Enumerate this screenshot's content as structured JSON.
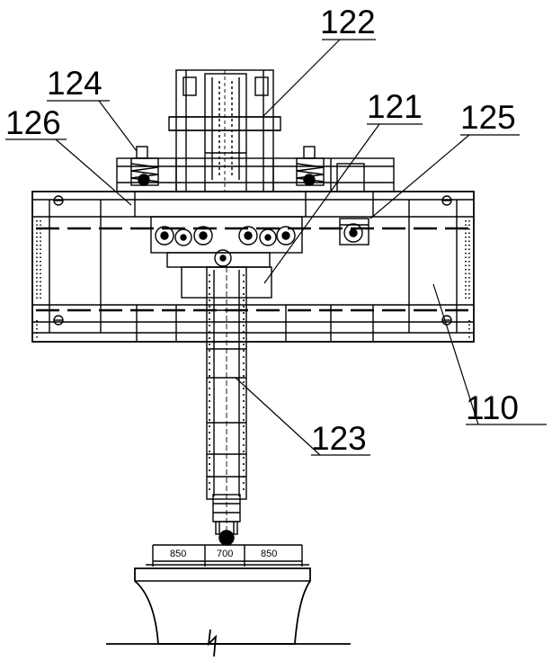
{
  "labels": {
    "l122": "122",
    "l124": "124",
    "l126": "126",
    "l121": "121",
    "l125": "125",
    "l110": "110",
    "l123": "123"
  },
  "dimensions": {
    "left": "850",
    "center": "700",
    "right": "850"
  },
  "colors": {
    "line": "#000000",
    "background": "#ffffff"
  }
}
